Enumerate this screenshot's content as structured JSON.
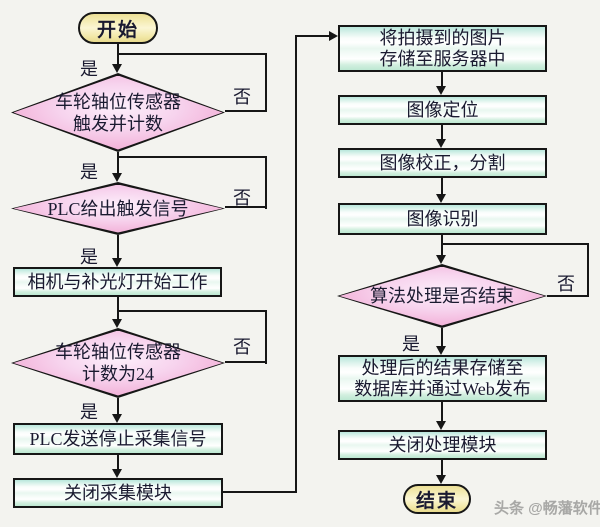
{
  "colors": {
    "page_background": "#f3f3ef",
    "node_border": "#161616",
    "terminal_fill": "#f5eda9",
    "process_fill": "#c9eddb",
    "decision_fill": "#f3b4da",
    "text": "#1a1a30",
    "watermark_text": "#a8a8a6"
  },
  "flowchart": {
    "yes_label": "是",
    "no_label": "否",
    "nodes": {
      "start": {
        "type": "terminal",
        "label": "开始"
      },
      "sensor_trigger_decision": {
        "type": "decision",
        "lines": [
          "车轮轴位传感器",
          "触发并计数"
        ]
      },
      "plc_trigger_decision": {
        "type": "decision",
        "lines": [
          "PLC给出触发信号"
        ]
      },
      "camera_light_start": {
        "type": "process",
        "lines": [
          "相机与补光灯开始工作"
        ]
      },
      "sensor_count_24_decision": {
        "type": "decision",
        "lines": [
          "车轮轴位传感器",
          "计数为24"
        ]
      },
      "plc_stop_signal": {
        "type": "process",
        "lines": [
          "PLC发送停止采集信号"
        ]
      },
      "close_capture_module": {
        "type": "process",
        "lines": [
          "关闭采集模块"
        ]
      },
      "store_images_server": {
        "type": "process",
        "lines": [
          "将拍摄到的图片",
          "存储至服务器中"
        ]
      },
      "image_locating": {
        "type": "process",
        "lines": [
          "图像定位"
        ]
      },
      "image_correction_segmentation": {
        "type": "process",
        "lines": [
          "图像校正，分割"
        ]
      },
      "image_recognition": {
        "type": "process",
        "lines": [
          "图像识别"
        ]
      },
      "algorithm_finished_decision": {
        "type": "decision",
        "lines": [
          "算法处理是否结束"
        ]
      },
      "store_results_web": {
        "type": "process",
        "lines": [
          "处理后的结果存储至",
          "数据库并通过Web发布"
        ]
      },
      "close_processing_module": {
        "type": "process",
        "lines": [
          "关闭处理模块"
        ]
      },
      "end": {
        "type": "terminal",
        "label": "结束"
      }
    }
  },
  "watermark": {
    "text": "头条 @畅藩软件"
  }
}
